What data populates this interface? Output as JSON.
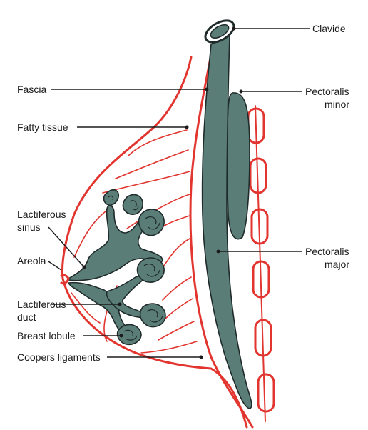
{
  "colors": {
    "tissue_red": "#e2352f",
    "muscle_teal": "#5a7d78",
    "outline": "#1f2b2a",
    "text": "#1b1b1b"
  },
  "labels": {
    "clavicle": "Clavide",
    "pectoralis_minor": [
      "Pectoralis",
      "minor"
    ],
    "pectoralis_major": [
      "Pectoralis",
      "major"
    ],
    "fascia": "Fascia",
    "fatty_tissue": "Fatty tissue",
    "lactiferous_sinus": [
      "Lactiferous",
      "sinus"
    ],
    "areola": "Areola",
    "lactiferous_duct": [
      "Lactiferous",
      "duct"
    ],
    "breast_lobule": "Breast lobule",
    "coopers_ligaments": "Coopers ligaments"
  }
}
